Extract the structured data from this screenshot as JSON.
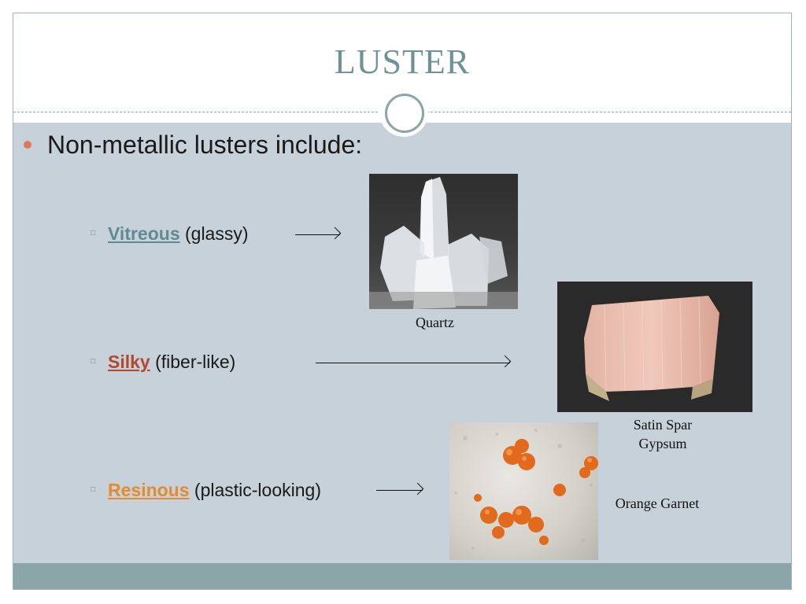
{
  "slide": {
    "title": "LUSTER",
    "main_bullet": "Non-metallic lusters include:",
    "items": [
      {
        "keyword": "Vitreous",
        "description": " (glassy)"
      },
      {
        "keyword": "Silky",
        "description": " (fiber-like)"
      },
      {
        "keyword": "Resinous",
        "description": " (plastic-looking)"
      }
    ],
    "captions": {
      "quartz": "Quartz",
      "gypsum_line1": "Satin Spar",
      "gypsum_line2": "Gypsum",
      "garnet": "Orange Garnet"
    }
  },
  "colors": {
    "title": "#6e9296",
    "content_bg": "#c6d1d9",
    "footer_band": "#8aa6a9",
    "bullet_dot": "#e0795a",
    "vitreous": "#5f8a92",
    "silky": "#b4472e",
    "resinous": "#e68a2e"
  }
}
